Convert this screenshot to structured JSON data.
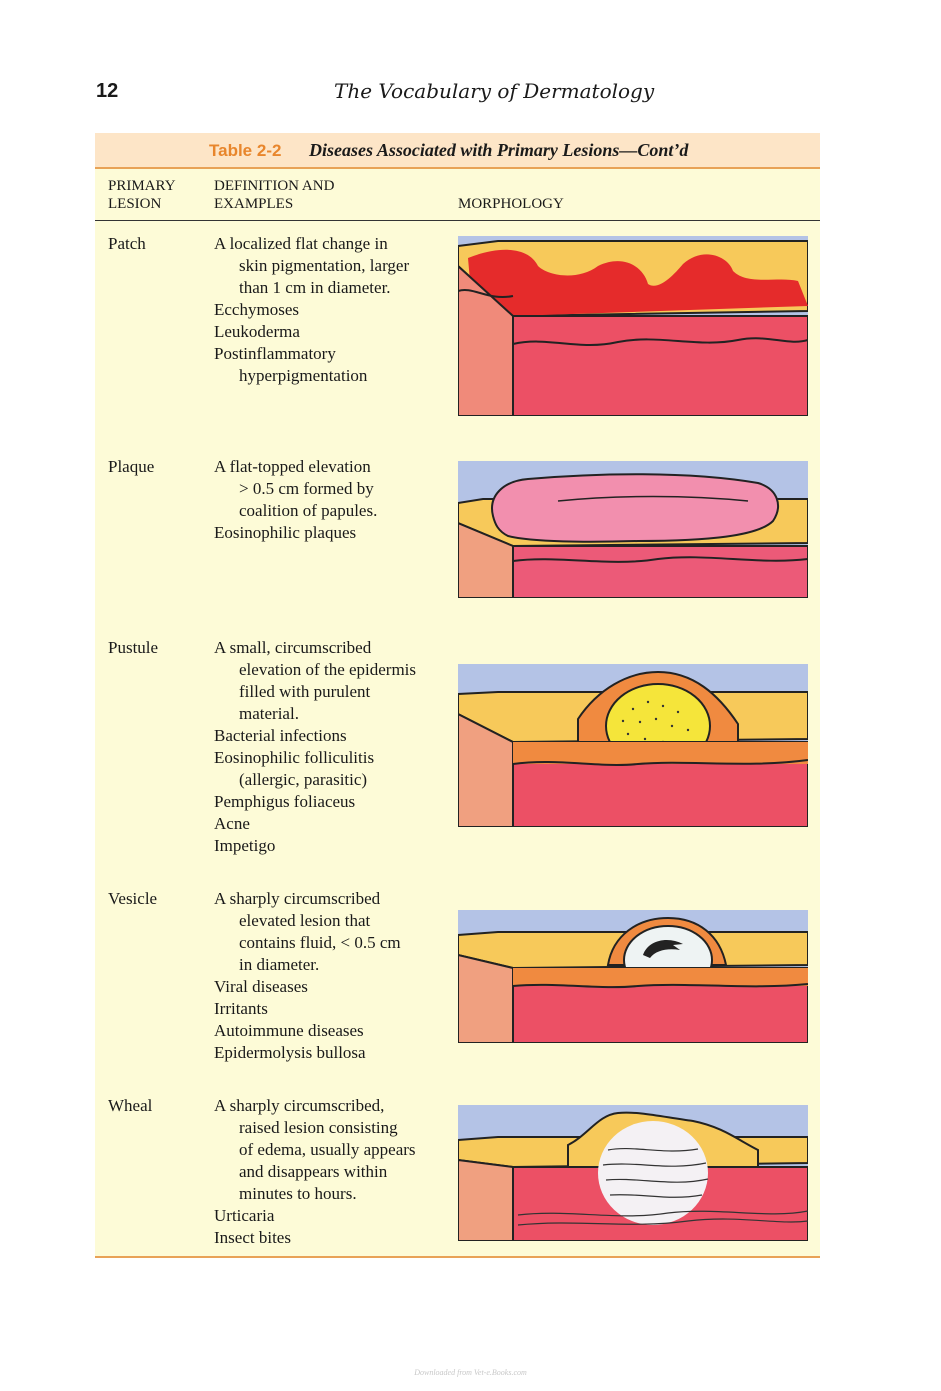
{
  "page": {
    "number": "12",
    "running_head": "The Vocabulary of Dermatology",
    "footer": "Downloaded from Vet-e.Books.com"
  },
  "table": {
    "label": "Table 2-2",
    "title": "Diseases Associated with Primary Lesions—Cont’d",
    "headers": {
      "lesion": "PRIMARY LESION",
      "definition": "DEFINITION AND EXAMPLES",
      "morphology": "MORPHOLOGY"
    },
    "rows": [
      {
        "name": "Patch",
        "definition": [
          "A localized flat change in",
          "skin pigmentation, larger",
          "than 1 cm in diameter."
        ],
        "examples": [
          "Ecchymoses",
          "Leukoderma",
          "Postinflammatory",
          "hyperpigmentation"
        ],
        "icon": "patch-illustration"
      },
      {
        "name": "Plaque",
        "definition": [
          "A flat-topped elevation",
          "> 0.5 cm formed by",
          "coalition of papules."
        ],
        "examples": [
          "Eosinophilic plaques"
        ],
        "icon": "plaque-illustration"
      },
      {
        "name": "Pustule",
        "definition": [
          "A small, circumscribed",
          "elevation of the epidermis",
          "filled with purulent",
          "material."
        ],
        "examples": [
          "Bacterial infections",
          "Eosinophilic folliculitis",
          "(allergic, parasitic)",
          "Pemphigus foliaceus",
          "Acne",
          "Impetigo"
        ],
        "icon": "pustule-illustration"
      },
      {
        "name": "Vesicle",
        "definition": [
          "A sharply circumscribed",
          "elevated lesion that",
          "contains fluid, < 0.5 cm",
          "in diameter."
        ],
        "examples": [
          "Viral diseases",
          "Irritants",
          "Autoimmune diseases",
          "Epidermolysis bullosa"
        ],
        "icon": "vesicle-illustration"
      },
      {
        "name": "Wheal",
        "definition": [
          "A sharply circumscribed,",
          "raised lesion consisting",
          "of edema, usually appears",
          "and disappears within",
          "minutes to hours."
        ],
        "examples": [
          "Urticaria",
          "Insect bites"
        ],
        "icon": "wheal-illustration"
      }
    ]
  },
  "colors": {
    "table_bg": "#fdfbd7",
    "title_bar": "#fde5c7",
    "accent_orange": "#e8862c",
    "rule_orange": "#e8a257",
    "skin_red": "#e8455c",
    "skin_surface": "#f7c95a",
    "bg_blue": "#b4c3e6"
  }
}
